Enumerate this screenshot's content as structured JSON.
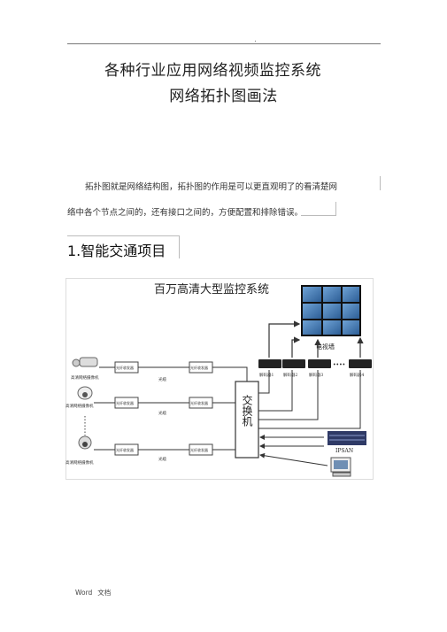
{
  "header": {
    "dot": "."
  },
  "document": {
    "title_line1": "各种行业应用网络视频监控系统",
    "title_line2": "网络拓扑图画法",
    "para_line1": "拓扑图就是网络结构图，拓扑图的作用是可以更直观明了的看清楚网",
    "para_line2": "络中各个节点之间的，还有接口之间的，方便配置和排除错误。",
    "section_heading": "1.智能交通项目"
  },
  "diagram": {
    "title": "百万高清大型监控系统",
    "tv_wall_label": "电视墙",
    "switch_label": "交换机",
    "ipsan_label": "IPSAN",
    "fiber_left": "光纤收发器",
    "fiber_right": "光纤收发器",
    "fiber_cable": "光缆",
    "dots": "••••",
    "cameras": [
      "高清网络摄像机",
      "高清网络摄像机",
      "高清网络摄像机"
    ],
    "decoders": [
      "解码器1",
      "解码器2",
      "解码器3",
      "解码器4"
    ]
  },
  "footer": {
    "word": "Word",
    "doc": "文档"
  }
}
